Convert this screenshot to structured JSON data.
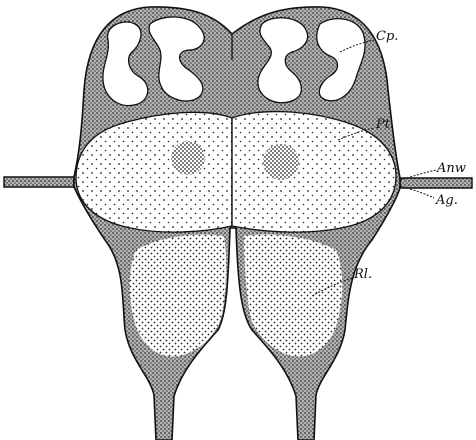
{
  "figure": {
    "labels": {
      "cp": "Cp.",
      "pt": "Pt.",
      "anw": "Anw",
      "ag": "Ag.",
      "rl": "Rl."
    },
    "colors": {
      "ink": "#111111",
      "dense_stipple": "#8a8a8a",
      "background": "#ffffff"
    }
  }
}
